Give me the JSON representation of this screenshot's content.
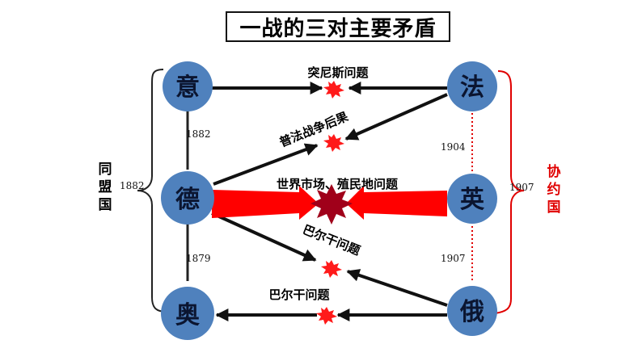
{
  "title": "一战的三对主要矛盾",
  "countries": {
    "italy": "意",
    "germany": "德",
    "austria": "奥",
    "france": "法",
    "britain": "英",
    "russia": "俄"
  },
  "issues": {
    "tunisia": "突尼斯问题",
    "franco_prussian": "普法战争后果",
    "market_colony": "世界市场、殖民地问题",
    "balkan_upper": "巴尔干问题",
    "balkan_lower": "巴尔干问题"
  },
  "years": {
    "italy_germany": "1882",
    "germany_austria": "1879",
    "triple_alliance": "1882",
    "france_britain": "1904",
    "britain_russia": "1907",
    "triple_entente": "1907"
  },
  "blocs": {
    "triple_alliance": "同盟国",
    "triple_entente": "协约国"
  },
  "colors": {
    "circle_fill": "#4F81BD",
    "circle_text": "#0b1530",
    "entente_accent": "#e00000",
    "conflict_arrow": "#ff0000",
    "burst_small": "#ff1a1a",
    "burst_large": "#a0001a"
  }
}
